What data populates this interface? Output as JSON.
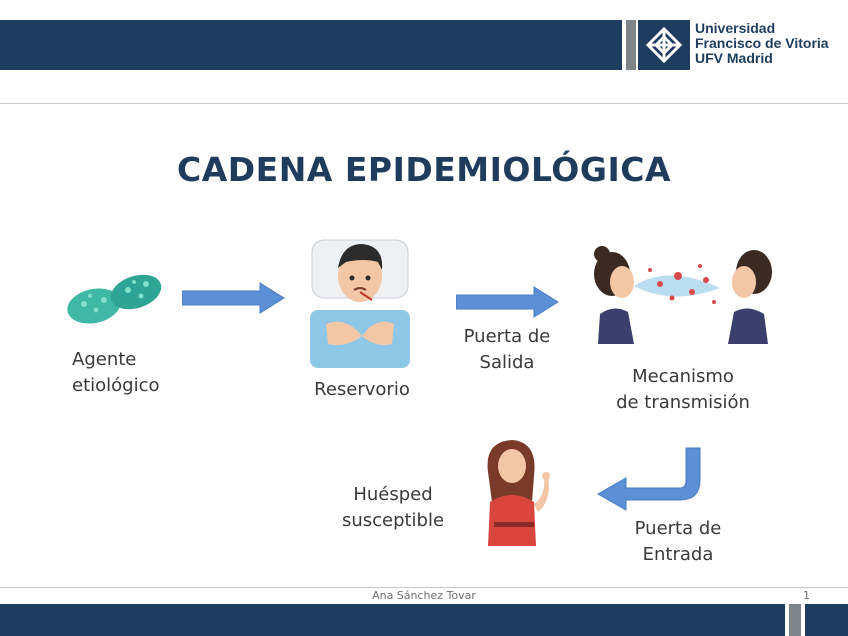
{
  "header": {
    "logo_lines": [
      "Universidad",
      "Francisco de Vitoria",
      "UFV Madrid"
    ]
  },
  "title": "CADENA EPIDEMIOLÓGICA",
  "diagram": {
    "agente": "Agente\netiológico",
    "reservorio": "Reservorio",
    "salida": "Puerta de\nSalida",
    "mecanismo": "Mecanismo\nde transmisión",
    "entrada": "Puerta de\nEntrada",
    "huesped": "Huésped\nsusceptible"
  },
  "footer": {
    "author": "Ana Sánchez Tovar",
    "page": "1"
  },
  "colors": {
    "navy": "#1e3d5e",
    "arrow_blue": "#5b8fd6",
    "microbe_teal": "#3fb8a6"
  }
}
